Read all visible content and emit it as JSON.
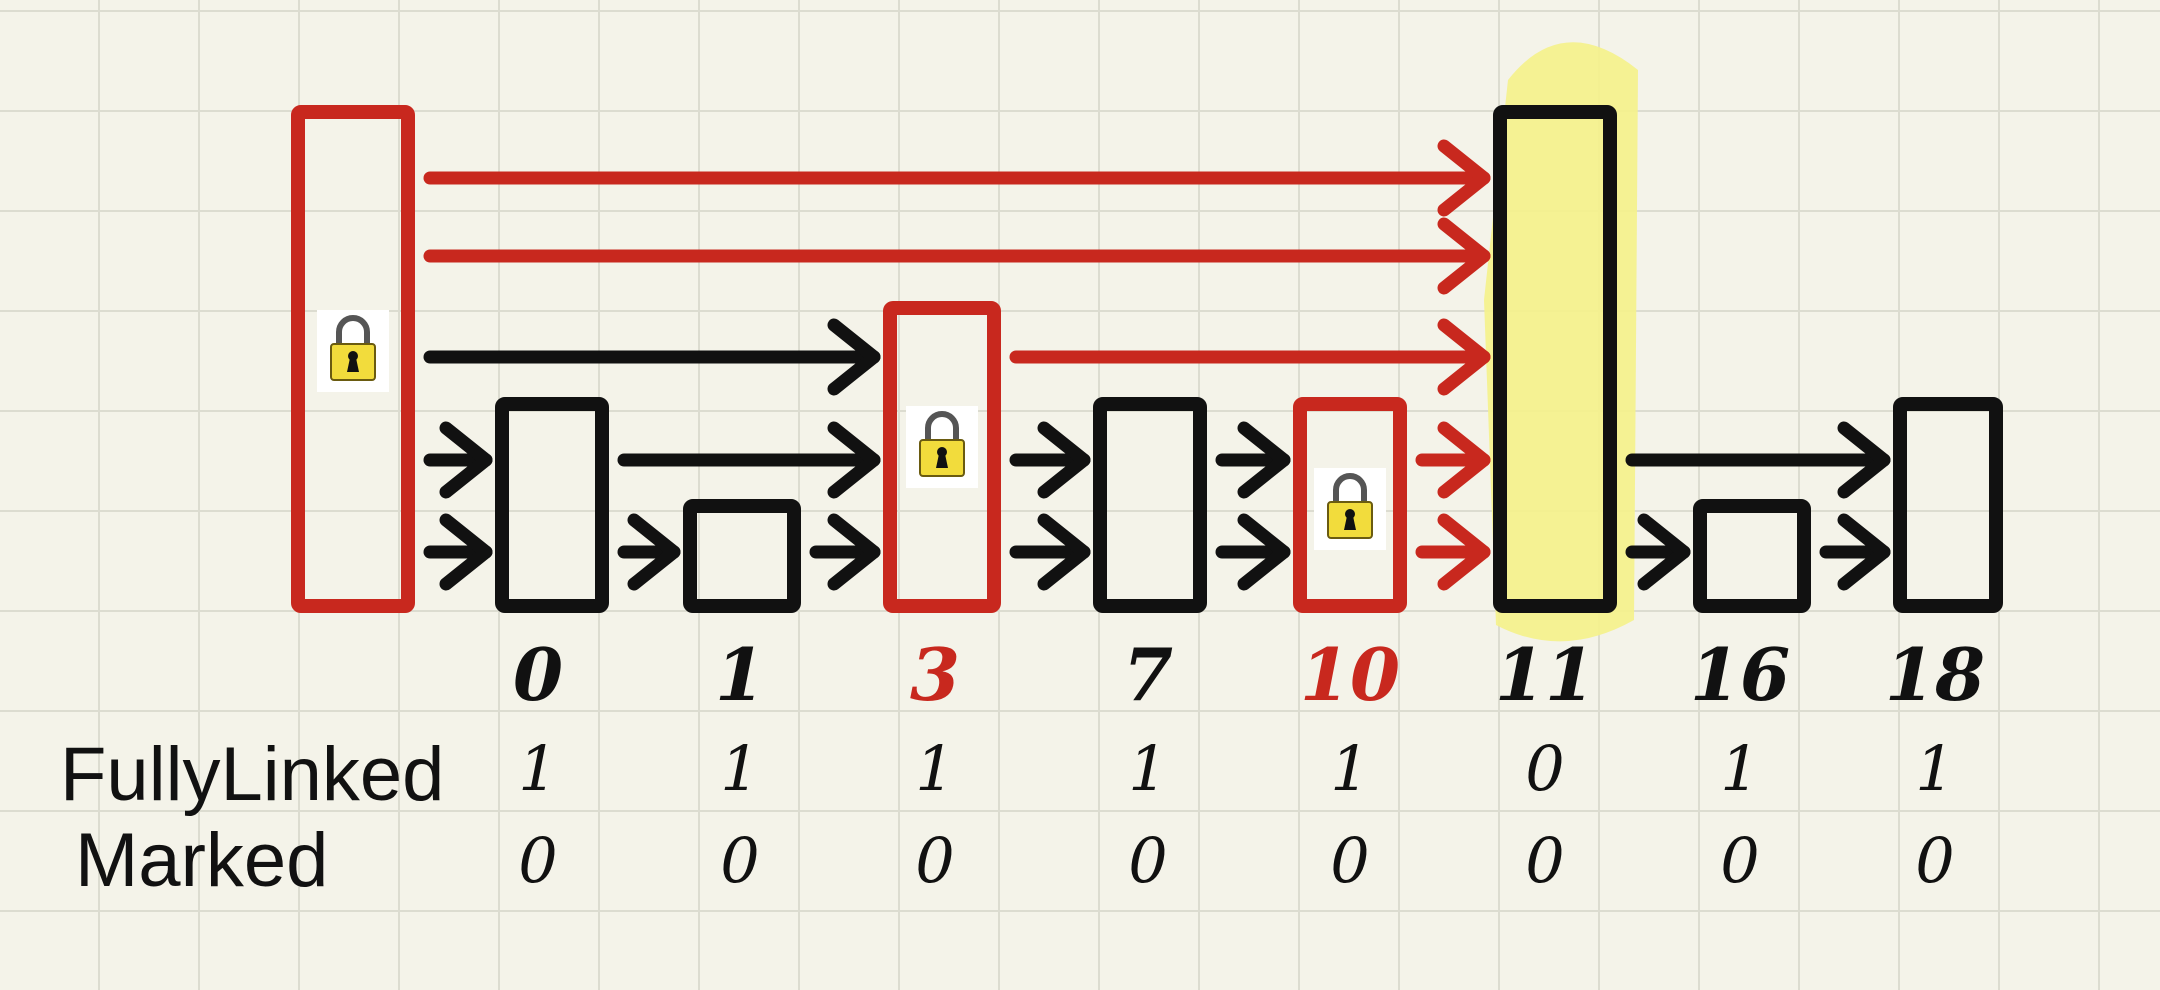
{
  "colors": {
    "background": "#f4f3e9",
    "grid": "#dcdcd0",
    "red": "#c8281e",
    "black": "#111111",
    "highlight": "#f5f28a",
    "lock": "#f2dc3c"
  },
  "row_labels": {
    "fully_linked": "FullyLinked",
    "marked": "Marked"
  },
  "nodes": [
    {
      "key": "",
      "level": 4,
      "color": "red",
      "locked": true,
      "fully_linked": "",
      "marked": ""
    },
    {
      "key": "0",
      "level": 2,
      "color": "black",
      "locked": false,
      "fully_linked": "1",
      "marked": "0"
    },
    {
      "key": "1",
      "level": 1,
      "color": "black",
      "locked": false,
      "fully_linked": "1",
      "marked": "0"
    },
    {
      "key": "3",
      "level": 3,
      "color": "red",
      "locked": true,
      "fully_linked": "1",
      "marked": "0"
    },
    {
      "key": "7",
      "level": 2,
      "color": "black",
      "locked": false,
      "fully_linked": "1",
      "marked": "0"
    },
    {
      "key": "10",
      "level": 2,
      "color": "red",
      "locked": true,
      "fully_linked": "1",
      "marked": "0"
    },
    {
      "key": "11",
      "level": 4,
      "color": "black",
      "locked": false,
      "highlighted": true,
      "fully_linked": "0",
      "marked": "0"
    },
    {
      "key": "16",
      "level": 1,
      "color": "black",
      "locked": false,
      "fully_linked": "1",
      "marked": "0"
    },
    {
      "key": "18",
      "level": 2,
      "color": "black",
      "locked": false,
      "fully_linked": "1",
      "marked": "0"
    }
  ],
  "arrows": [
    {
      "level": 1,
      "from": "",
      "to": "0",
      "color": "black"
    },
    {
      "level": 1,
      "from": "0",
      "to": "1",
      "color": "black"
    },
    {
      "level": 1,
      "from": "1",
      "to": "3",
      "color": "black"
    },
    {
      "level": 1,
      "from": "3",
      "to": "7",
      "color": "black"
    },
    {
      "level": 1,
      "from": "7",
      "to": "10",
      "color": "black"
    },
    {
      "level": 1,
      "from": "10",
      "to": "11",
      "color": "red"
    },
    {
      "level": 1,
      "from": "11",
      "to": "16",
      "color": "black"
    },
    {
      "level": 1,
      "from": "16",
      "to": "18",
      "color": "black"
    },
    {
      "level": 2,
      "from": "",
      "to": "0",
      "color": "black"
    },
    {
      "level": 2,
      "from": "0",
      "to": "3",
      "color": "black"
    },
    {
      "level": 2,
      "from": "3",
      "to": "7",
      "color": "black"
    },
    {
      "level": 2,
      "from": "7",
      "to": "10",
      "color": "black"
    },
    {
      "level": 2,
      "from": "10",
      "to": "11",
      "color": "red"
    },
    {
      "level": 2,
      "from": "11",
      "to": "18",
      "color": "black"
    },
    {
      "level": 3,
      "from": "",
      "to": "3",
      "color": "black"
    },
    {
      "level": 3,
      "from": "3",
      "to": "11",
      "color": "red"
    },
    {
      "level": 4,
      "from": "",
      "to": "11",
      "color": "red"
    },
    {
      "level": 5,
      "from": "",
      "to": "11",
      "color": "red"
    }
  ]
}
